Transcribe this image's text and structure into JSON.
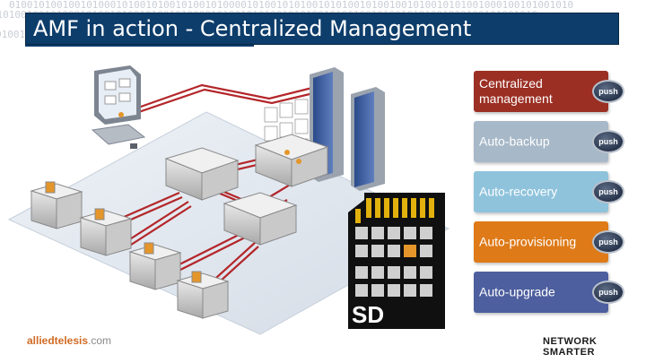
{
  "header": {
    "title": "AMF in action - Centralized Management",
    "binary_pattern": "01001010010010100010100101001010010100001010010101001010100101001001010010101001000100101001010"
  },
  "diagram": {
    "sd_card_label": "SD"
  },
  "features": [
    {
      "label_line1": "Centralized",
      "label_line2": "management",
      "color": "#9b2f24",
      "badge": "push"
    },
    {
      "label_line1": "Auto-backup",
      "label_line2": "",
      "color": "#a7b8c8",
      "badge": "push"
    },
    {
      "label_line1": "Auto-recovery",
      "label_line2": "",
      "color": "#8fc3dc",
      "badge": "push"
    },
    {
      "label_line1": "Auto-provisioning",
      "label_line2": "",
      "color": "#de7a18",
      "badge": "push"
    },
    {
      "label_line1": "Auto-upgrade",
      "label_line2": "",
      "color": "#4d5f9e",
      "badge": "push"
    }
  ],
  "footer": {
    "logo_main": "alliedtelesis",
    "logo_suffix": ".com",
    "tagline": "NETWORK SMARTER"
  },
  "colors": {
    "title_bg": "#0d3d6b",
    "link_red": "#b3262a",
    "accent_orange": "#e4962a"
  }
}
